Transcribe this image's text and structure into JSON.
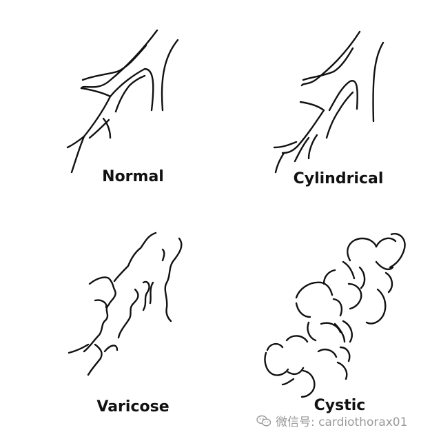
{
  "panels": {
    "normal": {
      "label": "Normal"
    },
    "cylindrical": {
      "label": "Cylindrical"
    },
    "varicose": {
      "label": "Varicose"
    },
    "cystic": {
      "label": "Cystic"
    }
  },
  "watermark": {
    "text": "微信号: cardiothorax01",
    "icon": "wechat-icon"
  },
  "colors": {
    "stroke": "#111111",
    "background": "#ffffff",
    "watermark": "#9a9a9a"
  }
}
